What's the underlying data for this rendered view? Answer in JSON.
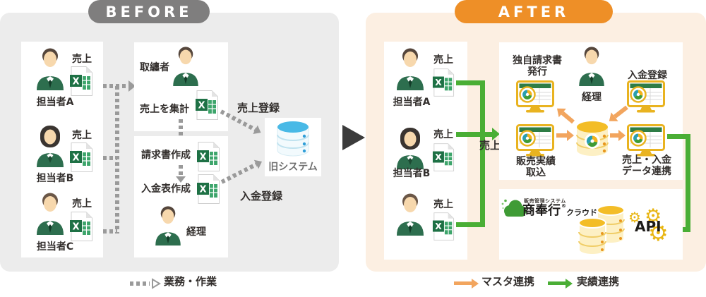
{
  "before": {
    "title": "BEFORE",
    "panel_color": "#ececec",
    "pill_color": "#7f7e7e",
    "staff": [
      {
        "name": "担当者A",
        "doc": "売上"
      },
      {
        "name": "担当者B",
        "doc": "売上"
      },
      {
        "name": "担当者C",
        "doc": "売上"
      }
    ],
    "manager": {
      "role": "取纏者",
      "task": "売上を集計"
    },
    "invoice_task": "請求書作成",
    "payment_task": "入金表作成",
    "accountant": "経理",
    "sales_register": "売上登録",
    "payment_register": "入金登録",
    "old_system": "旧システム",
    "legend": {
      "label": "業務・作業"
    }
  },
  "after": {
    "title": "AFTER",
    "panel_color": "#fcefe2",
    "pill_color": "#ee8f27",
    "staff": [
      {
        "name": "担当者A",
        "doc": "売上"
      },
      {
        "name": "担当者B",
        "doc": "売上"
      },
      {
        "doc": "売上"
      }
    ],
    "sales_flow_label": "売上",
    "invoice_issue": {
      "line1": "独自請求書",
      "line2": "発行"
    },
    "accountant": "経理",
    "payment_register": "入金登録",
    "sales_import": {
      "line1": "販売実績",
      "line2": "取込"
    },
    "data_link": {
      "line1": "売上・入金",
      "line2": "データ連携"
    },
    "product": {
      "category": "販売管理システム",
      "name": "商奉行",
      "mark": "®",
      "suffix": "クラウド"
    },
    "api_label": "API",
    "legend": [
      {
        "label": "マスタ連携",
        "color": "#f2a55e"
      },
      {
        "label": "実績連携",
        "color": "#4aae35"
      }
    ]
  },
  "icons": {
    "excel_letter": "X",
    "names": [
      "person-icon",
      "excel-file-icon",
      "bugyo-monitor-icon",
      "database-icon",
      "cloud-logo-icon",
      "gear-icon"
    ]
  },
  "colors": {
    "dashed_gray": "#9a9a9a",
    "flow_green": "#4aae35",
    "flow_orange": "#f2a55e",
    "excel_green": "#1e7145",
    "suit_green": "#2d6e4e",
    "gold": "#e9b320",
    "old_db_blue": "#49b9e6",
    "text": "#332f2d"
  }
}
